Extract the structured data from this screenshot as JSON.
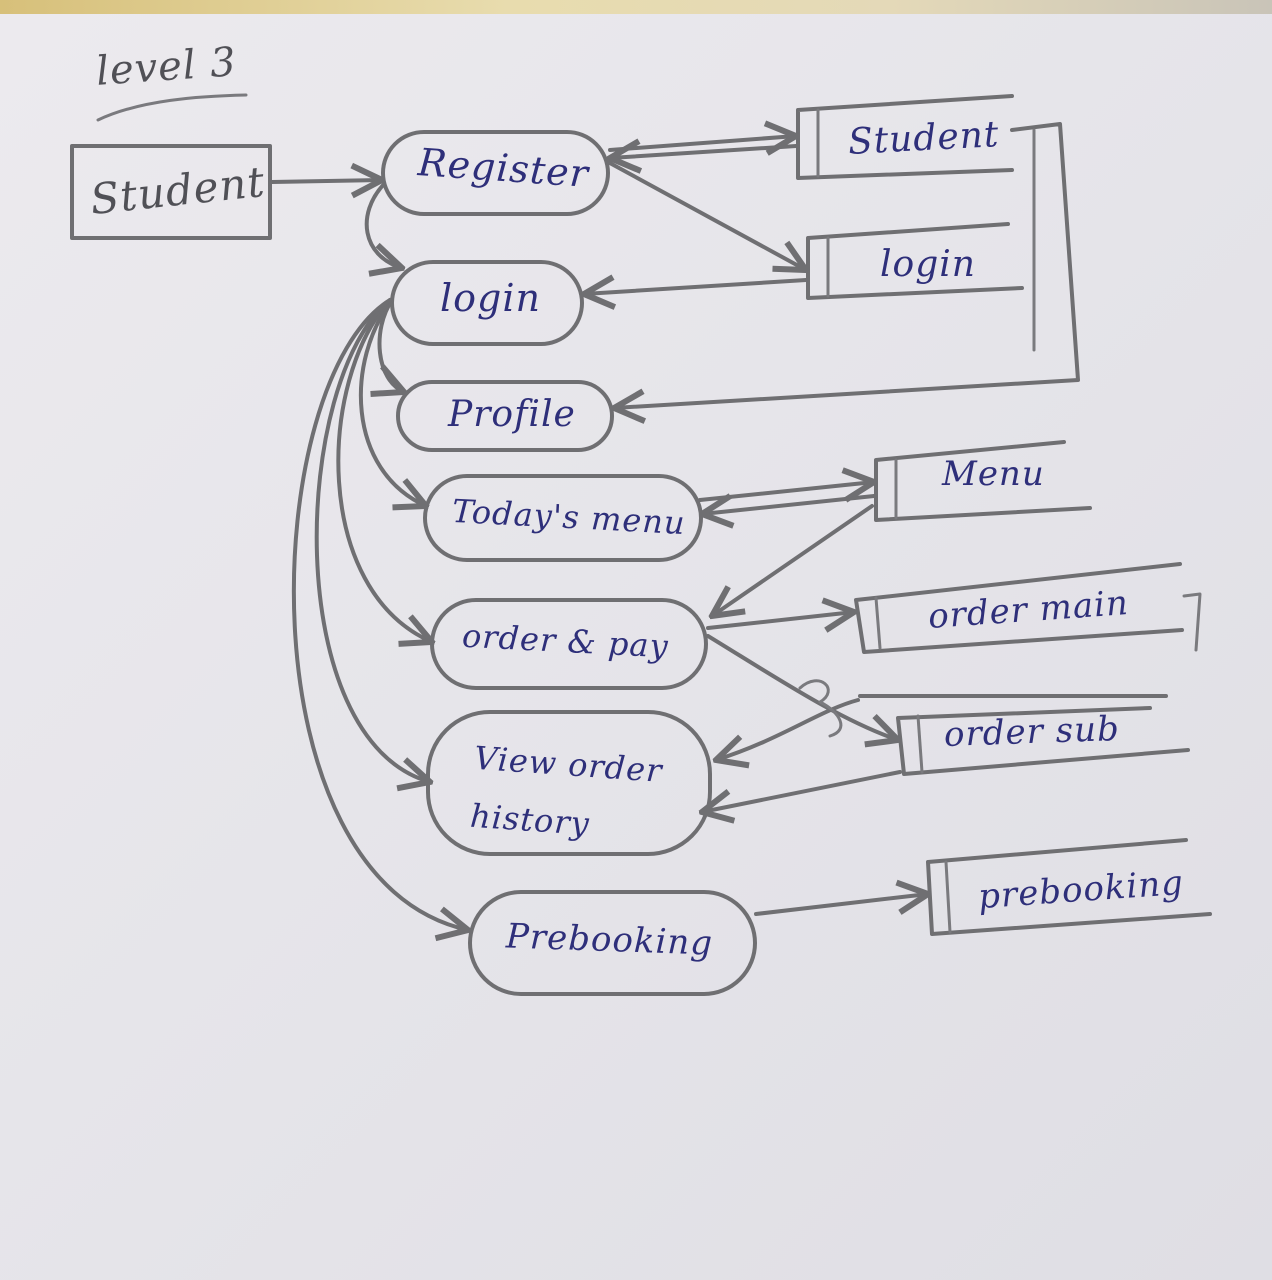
{
  "title": "level 3",
  "external_entity": {
    "label": "Student"
  },
  "processes": [
    {
      "id": "register",
      "label": "Register"
    },
    {
      "id": "login",
      "label": "login"
    },
    {
      "id": "profile",
      "label": "Profile"
    },
    {
      "id": "todays_menu",
      "label": "Today's menu"
    },
    {
      "id": "order_pay",
      "label": "order & pay"
    },
    {
      "id": "view_history",
      "label": "View order history"
    },
    {
      "id": "prebooking",
      "label": "Prebooking"
    }
  ],
  "data_stores": [
    {
      "id": "student",
      "label": "Student"
    },
    {
      "id": "login",
      "label": "login"
    },
    {
      "id": "menu",
      "label": "Menu"
    },
    {
      "id": "order_main",
      "label": "order main"
    },
    {
      "id": "order_sub",
      "label": "order sub"
    },
    {
      "id": "prebooking",
      "label": "prebooking"
    }
  ],
  "flows": [
    {
      "from": "Student",
      "to": "Register"
    },
    {
      "from": "Register",
      "to": "Student store"
    },
    {
      "from": "Student store",
      "to": "Register"
    },
    {
      "from": "Register",
      "to": "login store"
    },
    {
      "from": "login store",
      "to": "login"
    },
    {
      "from": "Register",
      "to": "login"
    },
    {
      "from": "Student store",
      "to": "Profile"
    },
    {
      "from": "login",
      "to": "Profile"
    },
    {
      "from": "login",
      "to": "Today's menu"
    },
    {
      "from": "login",
      "to": "order & pay"
    },
    {
      "from": "login",
      "to": "View order history"
    },
    {
      "from": "login",
      "to": "Prebooking"
    },
    {
      "from": "Today's menu",
      "to": "Menu store"
    },
    {
      "from": "Menu store",
      "to": "Today's menu"
    },
    {
      "from": "Menu store",
      "to": "order & pay"
    },
    {
      "from": "order & pay",
      "to": "order main store"
    },
    {
      "from": "order & pay",
      "to": "order sub store"
    },
    {
      "from": "order main store",
      "to": "View order history"
    },
    {
      "from": "order sub store",
      "to": "View order history"
    },
    {
      "from": "Prebooking",
      "to": "prebooking store"
    }
  ]
}
